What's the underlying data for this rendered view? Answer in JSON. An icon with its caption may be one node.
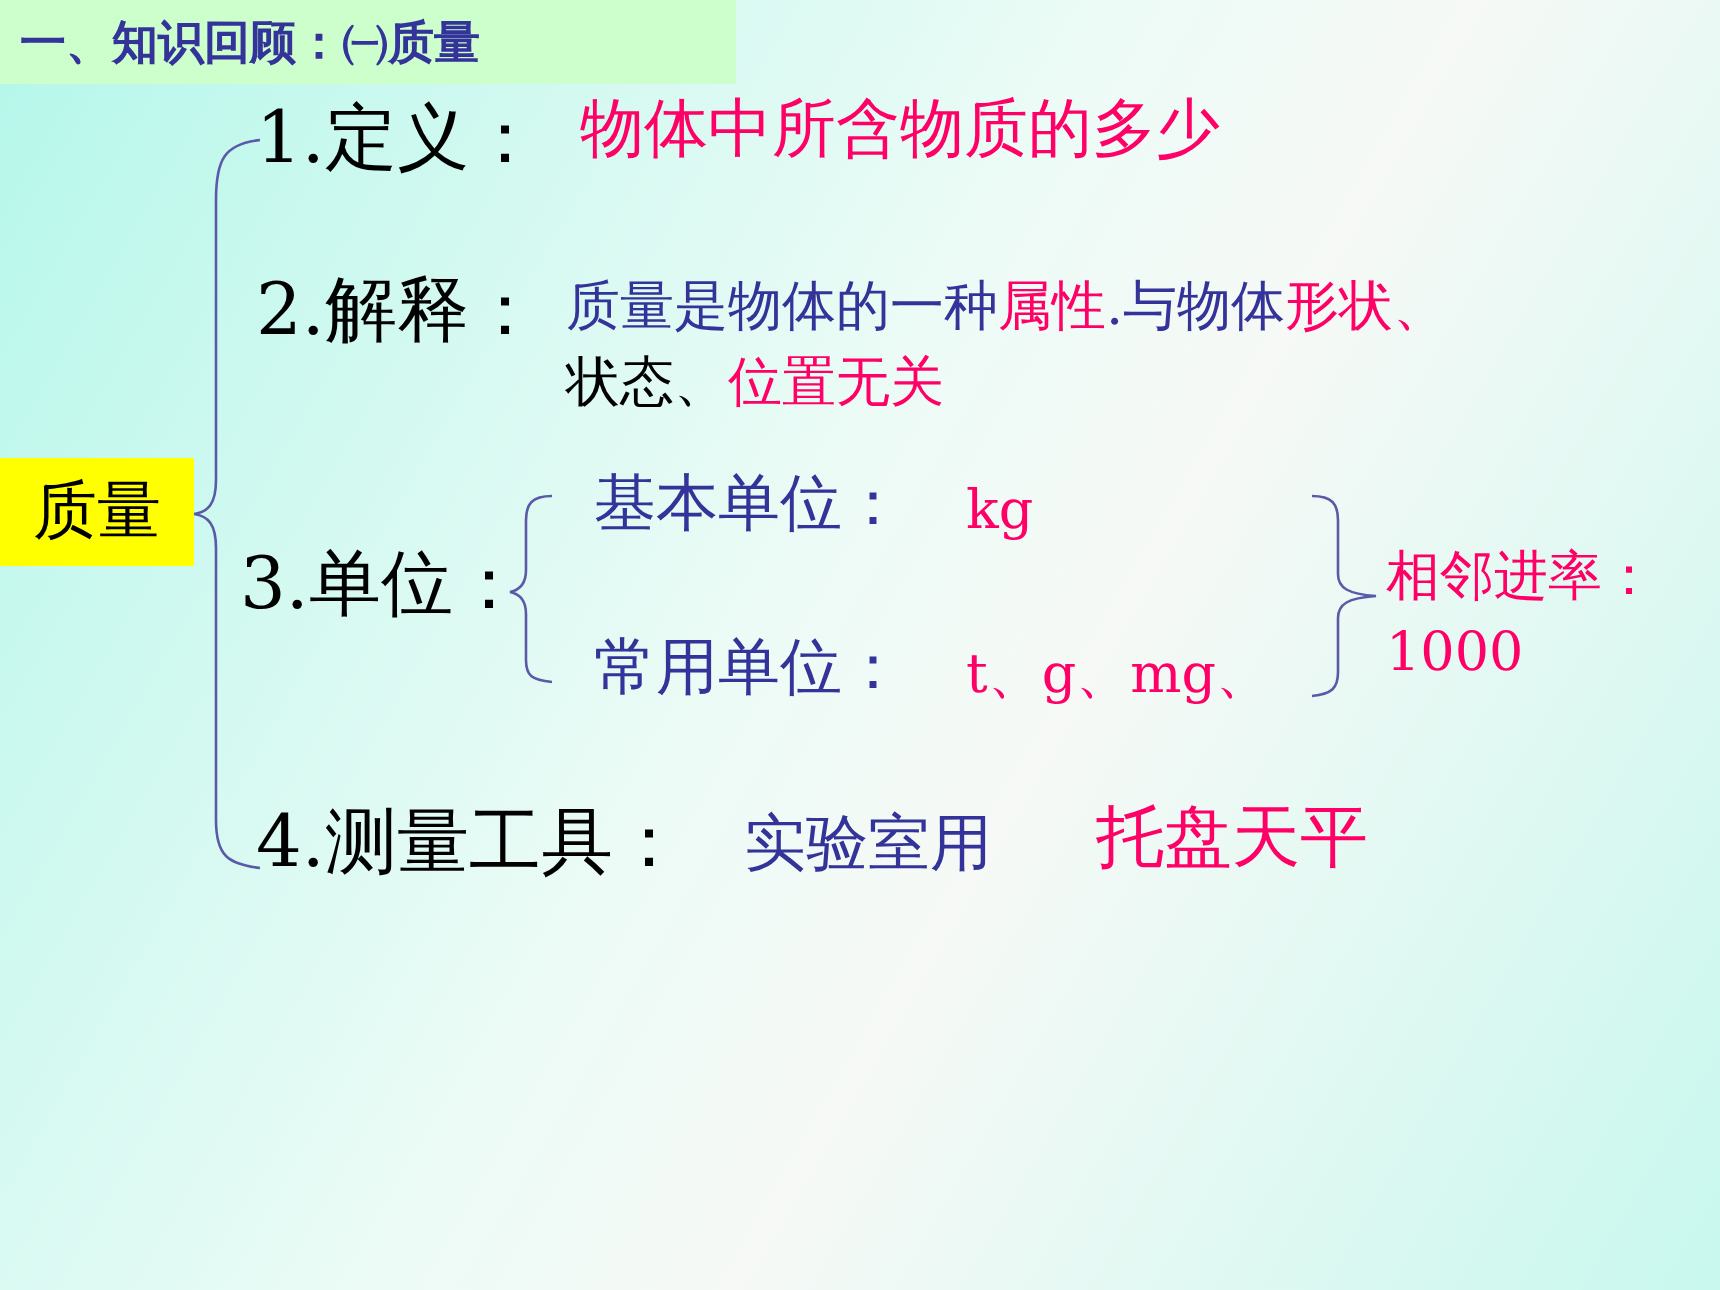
{
  "diagram": {
    "title": "一、知识回顾：㈠质量",
    "nodes": [
      {
        "text": [
          "质量"
        ]
      }
    ],
    "labels": [
      "1.定义：",
      "物体中所含物质的多少",
      "2.解释：",
      "质量是物体的一种",
      "属性",
      ".与物体",
      "形状、",
      "状态、",
      "位置无关",
      "3.单位：",
      "基本单位：",
      "kg",
      "常用单位：",
      "t、g、mg、",
      "相邻进率：1000",
      "4.测量工具：",
      "实验室用",
      "托盘天平"
    ]
  }
}
